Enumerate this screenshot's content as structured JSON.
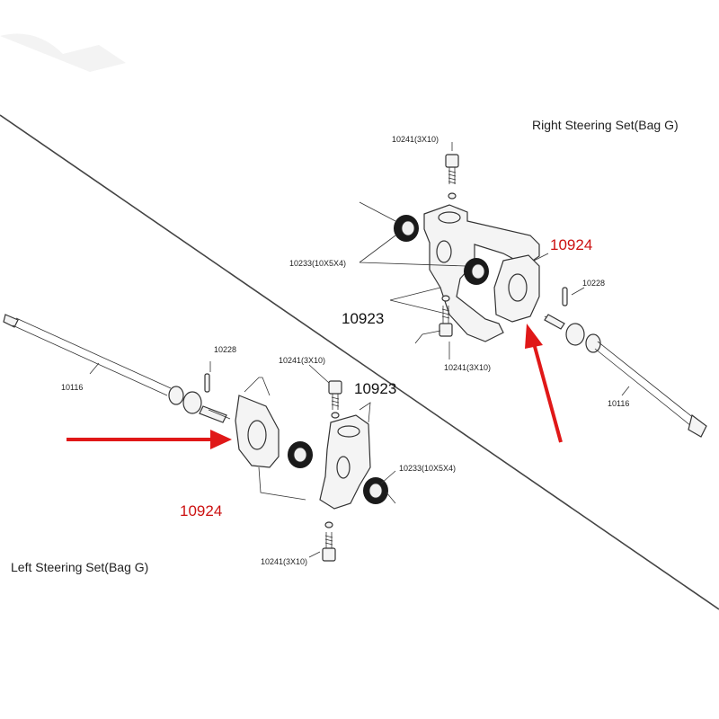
{
  "right_set": {
    "title": "Right Steering Set(Bag G)",
    "screw_top": "10241(3X10)",
    "bearing": "10233(10X5X4)",
    "knuckle_label": "10923",
    "hub_label": "10924",
    "pin": "10228",
    "screw_bottom": "10241(3X10)",
    "driveshaft": "10116"
  },
  "left_set": {
    "title": "Left Steering Set(Bag G)",
    "pin": "10228",
    "screw_top": "10241(3X10)",
    "knuckle_label": "10923",
    "driveshaft": "10116",
    "bearing": "10233(10X5X4)",
    "hub_label": "10924",
    "screw_bottom": "10241(3X10)"
  },
  "colors": {
    "highlight": "#e01818",
    "line": "#333333"
  }
}
